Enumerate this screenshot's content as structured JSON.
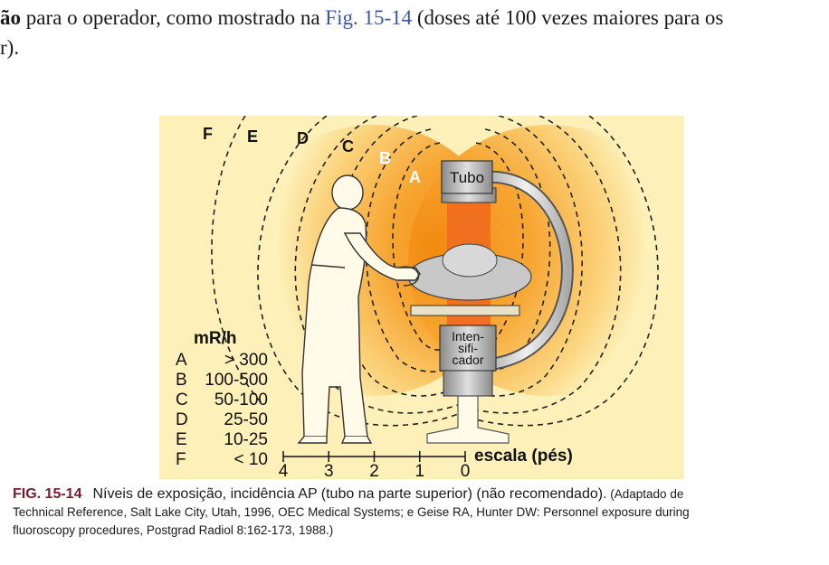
{
  "text": {
    "line1_bold": "ão",
    "line1_a": " para o operador, como mostrado na ",
    "line1_link": "Fig. 15-14",
    "line1_b": " (doses até 100 vezes maiores para os",
    "line2": "r)."
  },
  "figure": {
    "zone_letters": [
      "F",
      "E",
      "D",
      "C",
      "B",
      "A"
    ],
    "tube_label": "Tubo",
    "intensifier_lines": [
      "Inten-",
      "sifi-",
      "cador"
    ],
    "legend": {
      "title": "mR/h",
      "rows": [
        {
          "letter": "A",
          "range": "> 300"
        },
        {
          "letter": "B",
          "range": "100-500"
        },
        {
          "letter": "C",
          "range": "50-100"
        },
        {
          "letter": "D",
          "range": "25-50"
        },
        {
          "letter": "E",
          "range": "10-25"
        },
        {
          "letter": "F",
          "range": "< 10"
        }
      ]
    },
    "scale": {
      "label": "escala (pés)",
      "ticks": [
        "4",
        "3",
        "2",
        "1",
        "0"
      ]
    }
  },
  "caption": {
    "label": "FIG. 15-14",
    "main": "Níveis de exposição, incidência AP (tubo na parte superior) (não recomendado).",
    "source_a": " (Adaptado de",
    "source_b": "Technical Reference, Salt Lake City, Utah, 1996, OEC Medical Systems; e Geise RA, Hunter DW: Personnel exposure during",
    "source_c": "fluoroscopy procedures, Postgrad Radiol 8:162-173, 1988.)"
  },
  "colors": {
    "figure_bg": "#fdf0b8",
    "zone_outer": "#fbd37c",
    "zone_mid": "#f9b344",
    "zone_inner": "#f39a1a",
    "beam": "#f07020",
    "link": "#3a56a6",
    "caption_label": "#7a1a2a"
  }
}
